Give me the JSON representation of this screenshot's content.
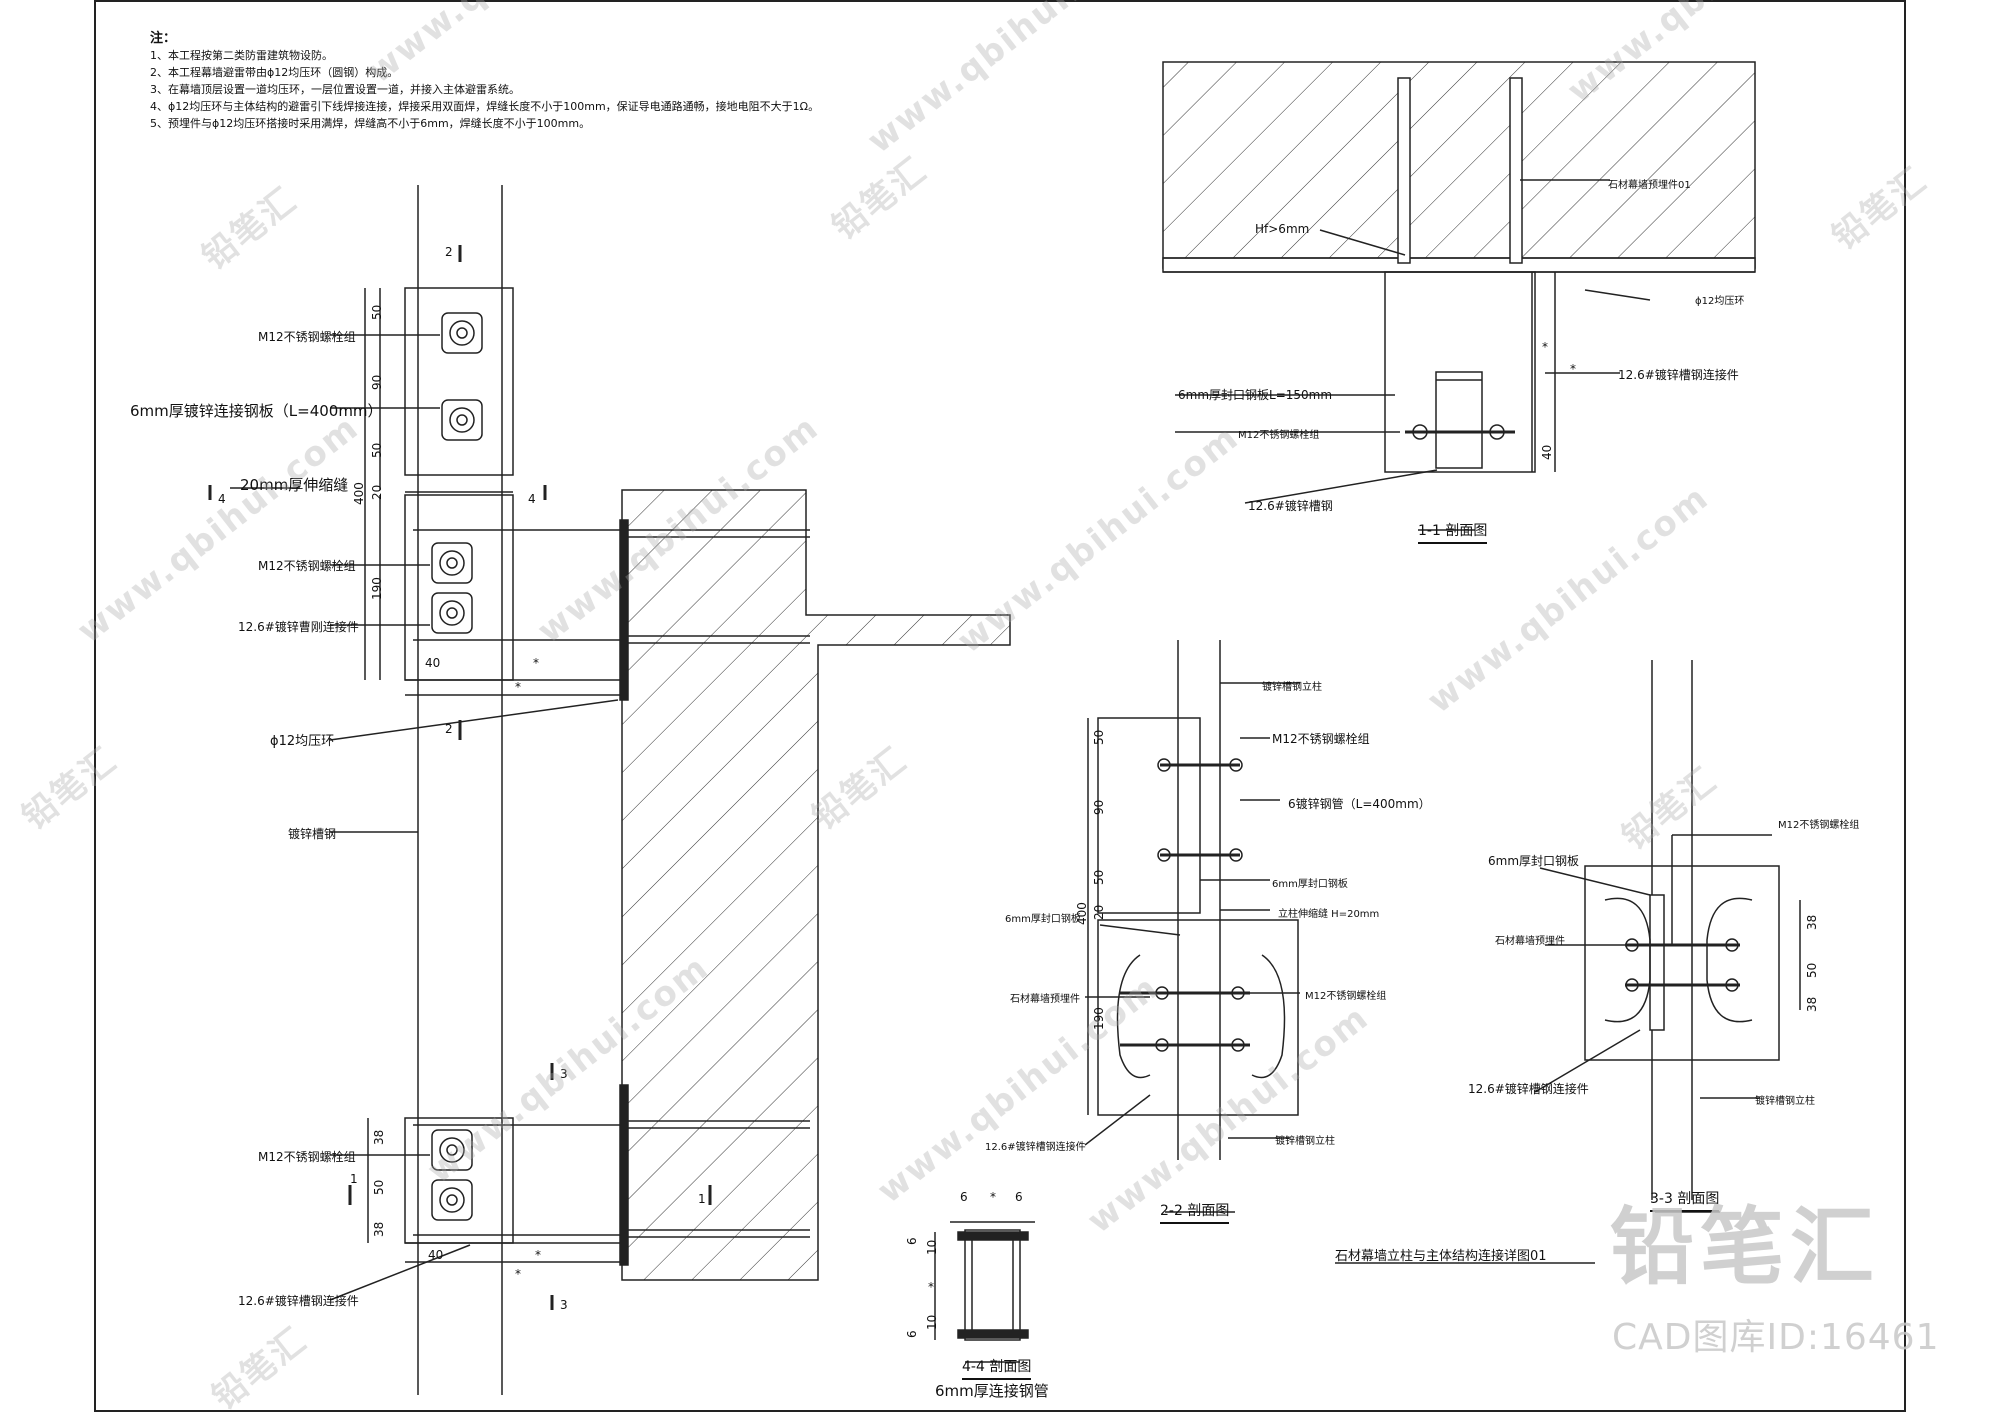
{
  "notes": {
    "title": "注：",
    "items": [
      "1、本工程按第二类防雷建筑物设防。",
      "2、本工程幕墙避雷带由ϕ12均压环（圆钢）构成。",
      "3、在幕墙顶层设置一道均压环，一层位置设置一道，并接入主体避雷系统。",
      "4、ϕ12均压环与主体结构的避雷引下线焊接连接，焊接采用双面焊，焊缝长度不小于100mm，保证导电通路通畅，接地电阻不大于1Ω。",
      "5、预埋件与ϕ12均压环搭接时采用满焊，焊缝高不小于6mm，焊缝长度不小于100mm。"
    ]
  },
  "main_view": {
    "labels": {
      "bolt_top": "M12不锈钢螺栓组",
      "plate": "6mm厚镀锌连接钢板（L=400mm）",
      "gap": "20mm厚伸缩缝",
      "bolt_mid": "M12不锈钢螺栓组",
      "channel_mid": "12.6#镀锌曹刚连接件",
      "ring": "ϕ12均压环",
      "channel_steel": "镀锌槽钢",
      "bolt_bot": "M12不锈钢螺栓组",
      "channel_bot": "12.6#镀锌槽钢连接件"
    },
    "dims": [
      "50",
      "90",
      "50",
      "400",
      "20",
      "190",
      "40",
      "*",
      "*",
      "38",
      "50",
      "38",
      "40",
      "*",
      "*"
    ],
    "sections": [
      "2",
      "4",
      "4",
      "2",
      "3",
      "1",
      "1",
      "3"
    ]
  },
  "section_1_1": {
    "title": "1-1 剖面图",
    "labels": {
      "embed": "石材幕墙预埋件01",
      "weld": "Hf>6mm",
      "ring": "ϕ12均压环",
      "channel_conn": "12.6#镀锌槽钢连接件",
      "plate": "6mm厚封口钢板L=150mm",
      "bolt": "M12不锈钢螺栓组",
      "channel": "12.6#镀锌槽钢"
    },
    "dims": [
      "*",
      "*",
      "40"
    ]
  },
  "section_2_2": {
    "title": "2-2 剖面图",
    "labels": {
      "column_top": "镀锌槽钢立柱",
      "bolt_top": "M12不锈钢螺栓组",
      "tube": "6镀锌钢管（L=400mm）",
      "plate_r": "6mm厚封口钢板",
      "gap": "立柱伸缩缝 H=20mm",
      "plate_l": "6mm厚封口钢板",
      "embed": "石材幕墙预埋件",
      "bolt_bot": "M12不锈钢螺栓组",
      "channel_conn": "12.6#镀锌槽钢连接件",
      "column_bot": "镀锌槽钢立柱"
    },
    "dims": [
      "50",
      "90",
      "50",
      "400",
      "20",
      "190"
    ]
  },
  "section_3_3": {
    "title": "3-3 剖面图",
    "labels": {
      "bolt": "M12不锈钢螺栓组",
      "plate": "6mm厚封口钢板",
      "embed": "石材幕墙预埋件",
      "channel_conn": "12.6#镀锌槽钢连接件",
      "column": "镀锌槽钢立柱"
    },
    "dims": [
      "38",
      "50",
      "38"
    ]
  },
  "section_4_4": {
    "title": "4-4 剖面图",
    "subtitle": "6mm厚连接钢管",
    "dims": [
      "6",
      "*",
      "6",
      "6",
      "10",
      "*",
      "10",
      "6"
    ]
  },
  "drawing_title": "石材幕墙立柱与主体结构连接详图01",
  "watermark": {
    "brand": "铅笔汇",
    "id_label": "CAD图库ID:16461",
    "repeat": [
      "www.qbihui.com",
      "铅笔汇"
    ]
  }
}
